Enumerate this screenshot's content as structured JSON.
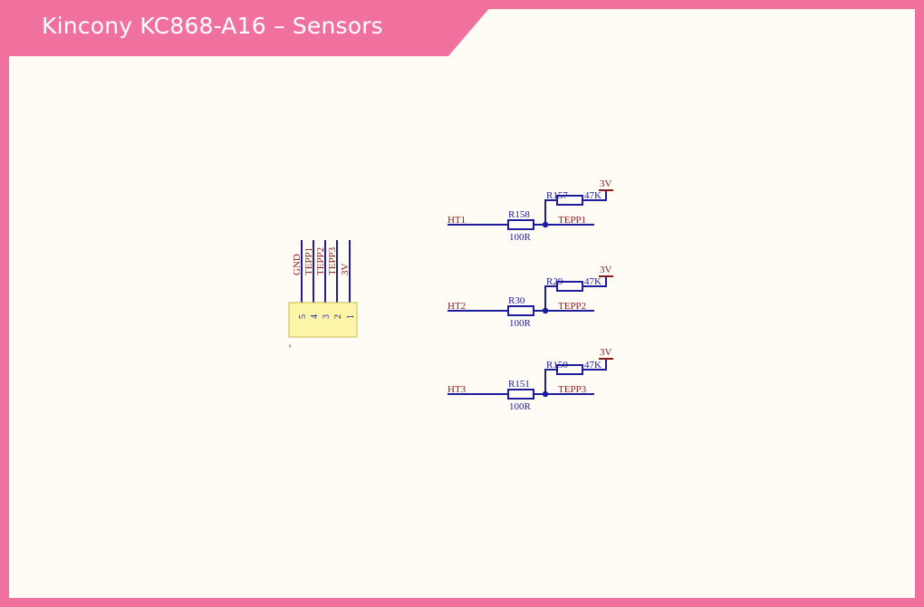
{
  "title": "Kincony KC868-A16 – Sensors",
  "colors": {
    "frame": "#f0719d",
    "sheet": "#fffcf6",
    "wire": "#1c1c9c",
    "label": "#8b1a1a",
    "connector_fill": "#fdf6a8",
    "connector_border": "#c8b850"
  },
  "connector": {
    "pin_labels": [
      "GND",
      "TEPP1",
      "TEPP2",
      "TEPP3",
      "3V"
    ],
    "pin_numbers": [
      "5",
      "4",
      "3",
      "2",
      "1"
    ],
    "ref_fragment": "ˢ"
  },
  "channels": [
    {
      "input": "HT1",
      "series_ref": "R158",
      "series_value": "100R",
      "pullup_ref": "R157",
      "pullup_value": "47K",
      "output": "TEPP1",
      "supply": "3V"
    },
    {
      "input": "HT2",
      "series_ref": "R30",
      "series_value": "100R",
      "pullup_ref": "R29",
      "pullup_value": "47K",
      "output": "TEPP2",
      "supply": "3V"
    },
    {
      "input": "HT3",
      "series_ref": "R151",
      "series_value": "100R",
      "pullup_ref": "R150",
      "pullup_value": "47K",
      "output": "TEPP3",
      "supply": "3V"
    }
  ]
}
